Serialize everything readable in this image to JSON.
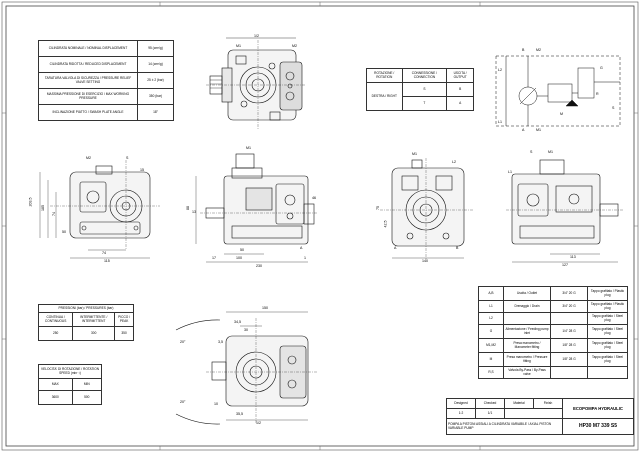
{
  "specs_table": {
    "rows": [
      {
        "label": "CILINDRATA NOMINALE / NOMINAL DISPLACEMENT",
        "value": "95 (cm³/g)"
      },
      {
        "label": "CILINDRATA RIDOTTA / REDUCED DISPLACEMENT",
        "value": "14 (cm³/g)"
      },
      {
        "label": "TARATURA VALVOLA DI SICUREZZA / PRESSURE RELIEF VALVE SETTING",
        "value": "25 ± 2 (bar)"
      },
      {
        "label": "MASSIMA PRESSIONE DI ESERCIZIO / MAX WORKING PRESSURE",
        "value": "350 (bar)"
      },
      {
        "label": "INCLINAZIONE PIATTO / SWASH PLATE ANGLE",
        "value": "18°"
      }
    ]
  },
  "connection_table": {
    "headers": [
      "ROTAZIONE / ROTATION",
      "CONNESSIONE / CONNECTION",
      "USCITA / OUTPUT"
    ],
    "rows": [
      [
        "DESTRA / RIGHT",
        "S",
        "B"
      ],
      [
        "",
        "T",
        "A"
      ]
    ]
  },
  "pressure_table": {
    "title": "PRESSIONI (bar) / PRESSURES (bar)",
    "headers": [
      "CONTINUA / CONTINUOUS",
      "INTERMITTENTE / INTERMITTENT",
      "PICCO / PEAK"
    ],
    "values": [
      "250",
      "300",
      "350"
    ]
  },
  "speed_table": {
    "title": "VELOCITA' DI ROTAZIONE / ROTATION SPEED (min⁻¹)",
    "headers": [
      "MAX",
      "MIN"
    ],
    "values": [
      "3600",
      "500"
    ]
  },
  "ports_table": {
    "rows": [
      {
        "code": "A,B",
        "desc": "Uscita / Outlet",
        "thread": "3/4\" 20 G",
        "note": "Tappo grafitato / Plastic plug"
      },
      {
        "code": "L1",
        "desc": "Drenaggio / Drain",
        "thread": "3/4\" 20 G",
        "note": "Tappo grafitato / Plastic plug"
      },
      {
        "code": "L2",
        "desc": "",
        "thread": "",
        "note": "Tappo grafitato / Steel plug"
      },
      {
        "code": "G",
        "desc": "Alimentazione / Feeding pump inlet",
        "thread": "1/4\" 28 G",
        "note": "Tappo grafitato / Steel plug"
      },
      {
        "code": "M1,M2",
        "desc": "Presa manometro / Manometer fitting",
        "thread": "1/8\" 28 G",
        "note": "Tappo grafitato / Steel plug"
      },
      {
        "code": "M",
        "desc": "Presa manometro / Pressure fitting",
        "thread": "1/8\" 28 G",
        "note": "Tappo grafitato / Steel plug"
      },
      {
        "code": "R,S",
        "desc": "Valvola By-Pass / By-Pass valve",
        "thread": "",
        "note": ""
      }
    ]
  },
  "dimensions": {
    "top_view": [
      "1/2",
      "M1",
      "M2"
    ],
    "front_left": [
      "M2",
      "S",
      "203,5",
      "185",
      "74",
      "115",
      "74",
      "50",
      "15"
    ],
    "side_view": [
      "M1",
      "A",
      "13",
      "88",
      "17",
      "50",
      "100",
      "1",
      "230",
      "46"
    ],
    "end_view": [
      "M1",
      "A",
      "B",
      "L2",
      "140",
      "75",
      "42,5"
    ],
    "right_view": [
      "S",
      "M1",
      "L1",
      "113",
      "127"
    ],
    "bottom_view": [
      "150",
      "34,5",
      "30",
      "3,5",
      "1/2",
      "35,5",
      "10",
      "20°",
      "20°"
    ]
  },
  "schematic": {
    "labels": [
      "M2",
      "L2",
      "L1",
      "M1",
      "G",
      "A",
      "B",
      "R",
      "S",
      "M"
    ]
  },
  "title_block": {
    "company": "ECOPOMPA HYDRAULIC",
    "drawing_number": "HP30 M7 339 S5",
    "description": "POMPA A PISTONI ASSIALI A CILINDRATA VARIABILE / AXIAL PISTON VARIABLE PUMP",
    "scale": "1:2",
    "sheet": "1/1",
    "designed": "Designed",
    "checked": "Checked",
    "material": "Material",
    "finish": "Finish"
  }
}
